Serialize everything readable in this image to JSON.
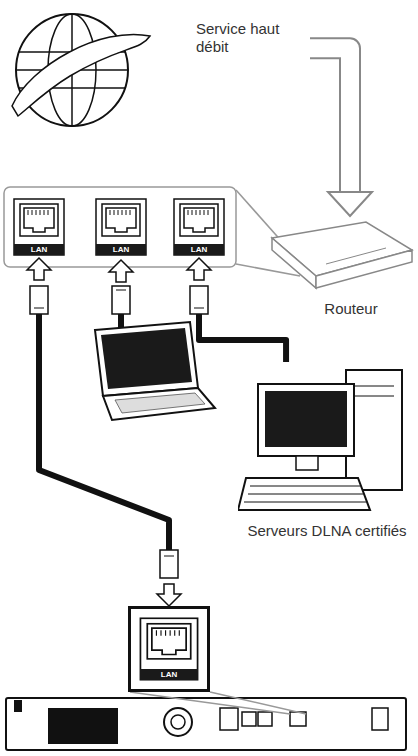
{
  "diagram": {
    "nodes": [
      {
        "text": [
          "Service haut débit"
        ]
      },
      {
        "text": [
          "Routeur"
        ]
      },
      {
        "text": [
          "LAN"
        ]
      },
      {
        "text": [
          "LAN"
        ]
      },
      {
        "text": [
          "LAN"
        ]
      },
      {
        "text": [
          "Serveurs DLNA certifiés"
        ]
      },
      {
        "text": [
          "LAN"
        ]
      }
    ],
    "edges": [
      {
        "from": 0,
        "to": 1,
        "arrow": "to"
      },
      {
        "from": 2,
        "to": 6,
        "arrow": "both"
      },
      {
        "from": 5,
        "to": 4,
        "arrow": "to"
      }
    ]
  }
}
